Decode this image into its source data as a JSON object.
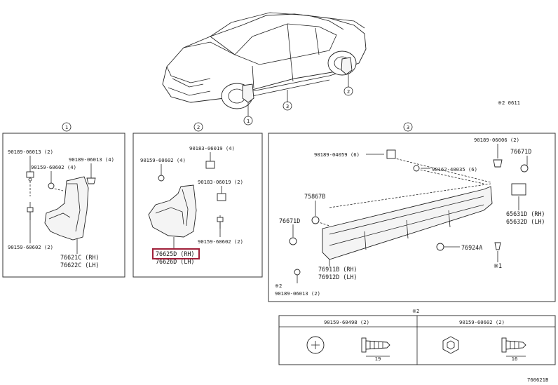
{
  "corner_note": "※2 0611",
  "footer_code": "760621B",
  "callouts": {
    "c1": "1",
    "c2": "2",
    "c3": "3"
  },
  "panel1": {
    "bolt_a": "90189-06013 (2)",
    "bolt_b": "90189-06013 (4)",
    "screw_a": "90159-60602 (4)",
    "screw_b": "90159-60602 (2)",
    "part_rh": "76621C (RH)",
    "part_lh": "76622C (LH)"
  },
  "panel2": {
    "clip_a": "90183-06019 (4)",
    "screw_a": "90159-60602 (4)",
    "clip_b": "90183-06019 (2)",
    "screw_b": "90159-60602 (2)",
    "part_rh": "76625D (RH)",
    "part_lh": "76626D (LH)"
  },
  "panel3": {
    "nut_a": "90189-04059 (6)",
    "bolt_a": "90189-06006 (2)",
    "part_76671d": "76671D",
    "screw_a": "90162-40035 (6)",
    "part_75867b": "75867B",
    "part_65631d": "65631D (RH)",
    "part_65632d": "65632D (LH)",
    "part_76671d_b": "76671D",
    "part_76924a": "76924A",
    "note_1": "※1",
    "part_76911b": "76911B (RH)",
    "part_76912d": "76912D (LH)",
    "note_2": "※2",
    "bolt_b": "90189-06013 (2)"
  },
  "bottom": {
    "note": "※2",
    "left_label": "90159-60498 (2)",
    "left_dim": "19",
    "right_label": "90159-60602 (2)",
    "right_dim": "16"
  }
}
